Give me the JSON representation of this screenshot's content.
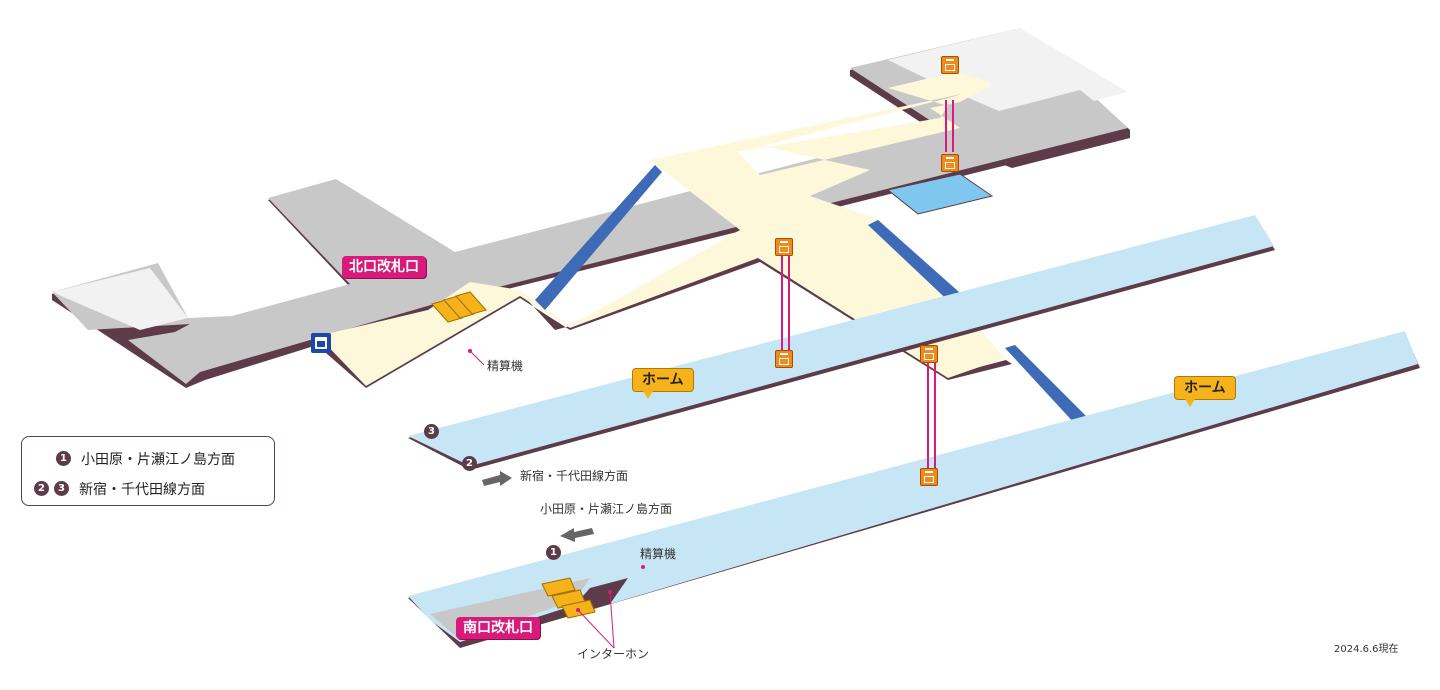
{
  "labels": {
    "north_gate": "北口改札口",
    "south_gate": "南口改札口",
    "platform_top": "ホーム",
    "platform_bottom": "ホーム",
    "fare_adjust_north": "精算機",
    "fare_adjust_south": "精算機",
    "intercom": "インターホン",
    "dir_shinjuku": "新宿・千代田線方面",
    "dir_odawara": "小田原・片瀬江ノ島方面",
    "date": "2024.6.6現在"
  },
  "platform_numbers": {
    "p1": "1",
    "p2": "2",
    "p3": "3"
  },
  "legend": {
    "row1": {
      "nums": [
        "1"
      ],
      "text": "小田原・片瀬江ノ島方面"
    },
    "row2": {
      "nums": [
        "2",
        "3"
      ],
      "text": "新宿・千代田線方面"
    }
  },
  "colors": {
    "concourse": "#fdf8da",
    "gray_floor": "#c8c8c8",
    "light_floor": "#f2f2f2",
    "platform": "#c6e6f6",
    "edge": "#5e3b48",
    "gate_bg": "#d81b7a",
    "home_bg": "#f6b21a",
    "stairs": "#3d6bb8",
    "elevator": "#f08a1c",
    "elevator_shaft": "#d81b7a"
  },
  "icons": [
    "elevator-icon",
    "toilet-icon",
    "ticket-gate-icon",
    "stairs-icon",
    "arrow-left-icon",
    "arrow-right-icon"
  ]
}
